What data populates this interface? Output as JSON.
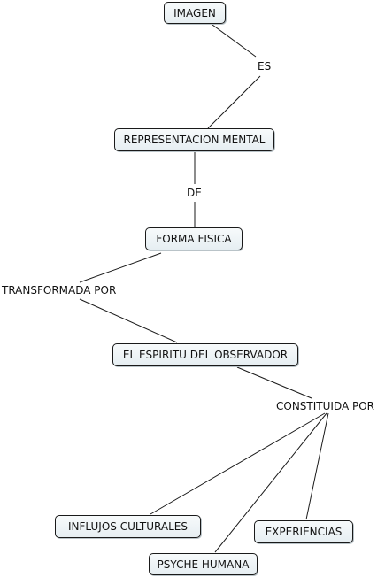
{
  "concepts": {
    "imagen": "IMAGEN",
    "representacion_mental": "REPRESENTACION MENTAL",
    "forma_fisica": "FORMA FISICA",
    "espiritu_observador": "EL ESPIRITU DEL OBSERVADOR",
    "influjos_culturales": "INFLUJOS CULTURALES",
    "psyche_humana": "PSYCHE HUMANA",
    "experiencias": "EXPERIENCIAS"
  },
  "linking_phrases": {
    "es": "ES",
    "de": "DE",
    "transformada_por": "TRANSFORMADA POR",
    "constituida_por": "CONSTITUIDA POR"
  },
  "connections": [
    {
      "from": "IMAGEN",
      "via": "ES",
      "to": "REPRESENTACION MENTAL"
    },
    {
      "from": "REPRESENTACION MENTAL",
      "via": "DE",
      "to": "FORMA FISICA"
    },
    {
      "from": "FORMA FISICA",
      "via": "TRANSFORMADA POR",
      "to": "EL ESPIRITU DEL OBSERVADOR"
    },
    {
      "from": "EL ESPIRITU DEL OBSERVADOR",
      "via": "CONSTITUIDA POR",
      "to": "INFLUJOS CULTURALES"
    },
    {
      "from": "EL ESPIRITU DEL OBSERVADOR",
      "via": "CONSTITUIDA POR",
      "to": "PSYCHE HUMANA"
    },
    {
      "from": "EL ESPIRITU DEL OBSERVADOR",
      "via": "CONSTITUIDA POR",
      "to": "EXPERIENCIAS"
    }
  ],
  "colors": {
    "node_border": "#1a1a1a",
    "node_fill": "#e6eef2",
    "line": "#1a1a1a"
  }
}
